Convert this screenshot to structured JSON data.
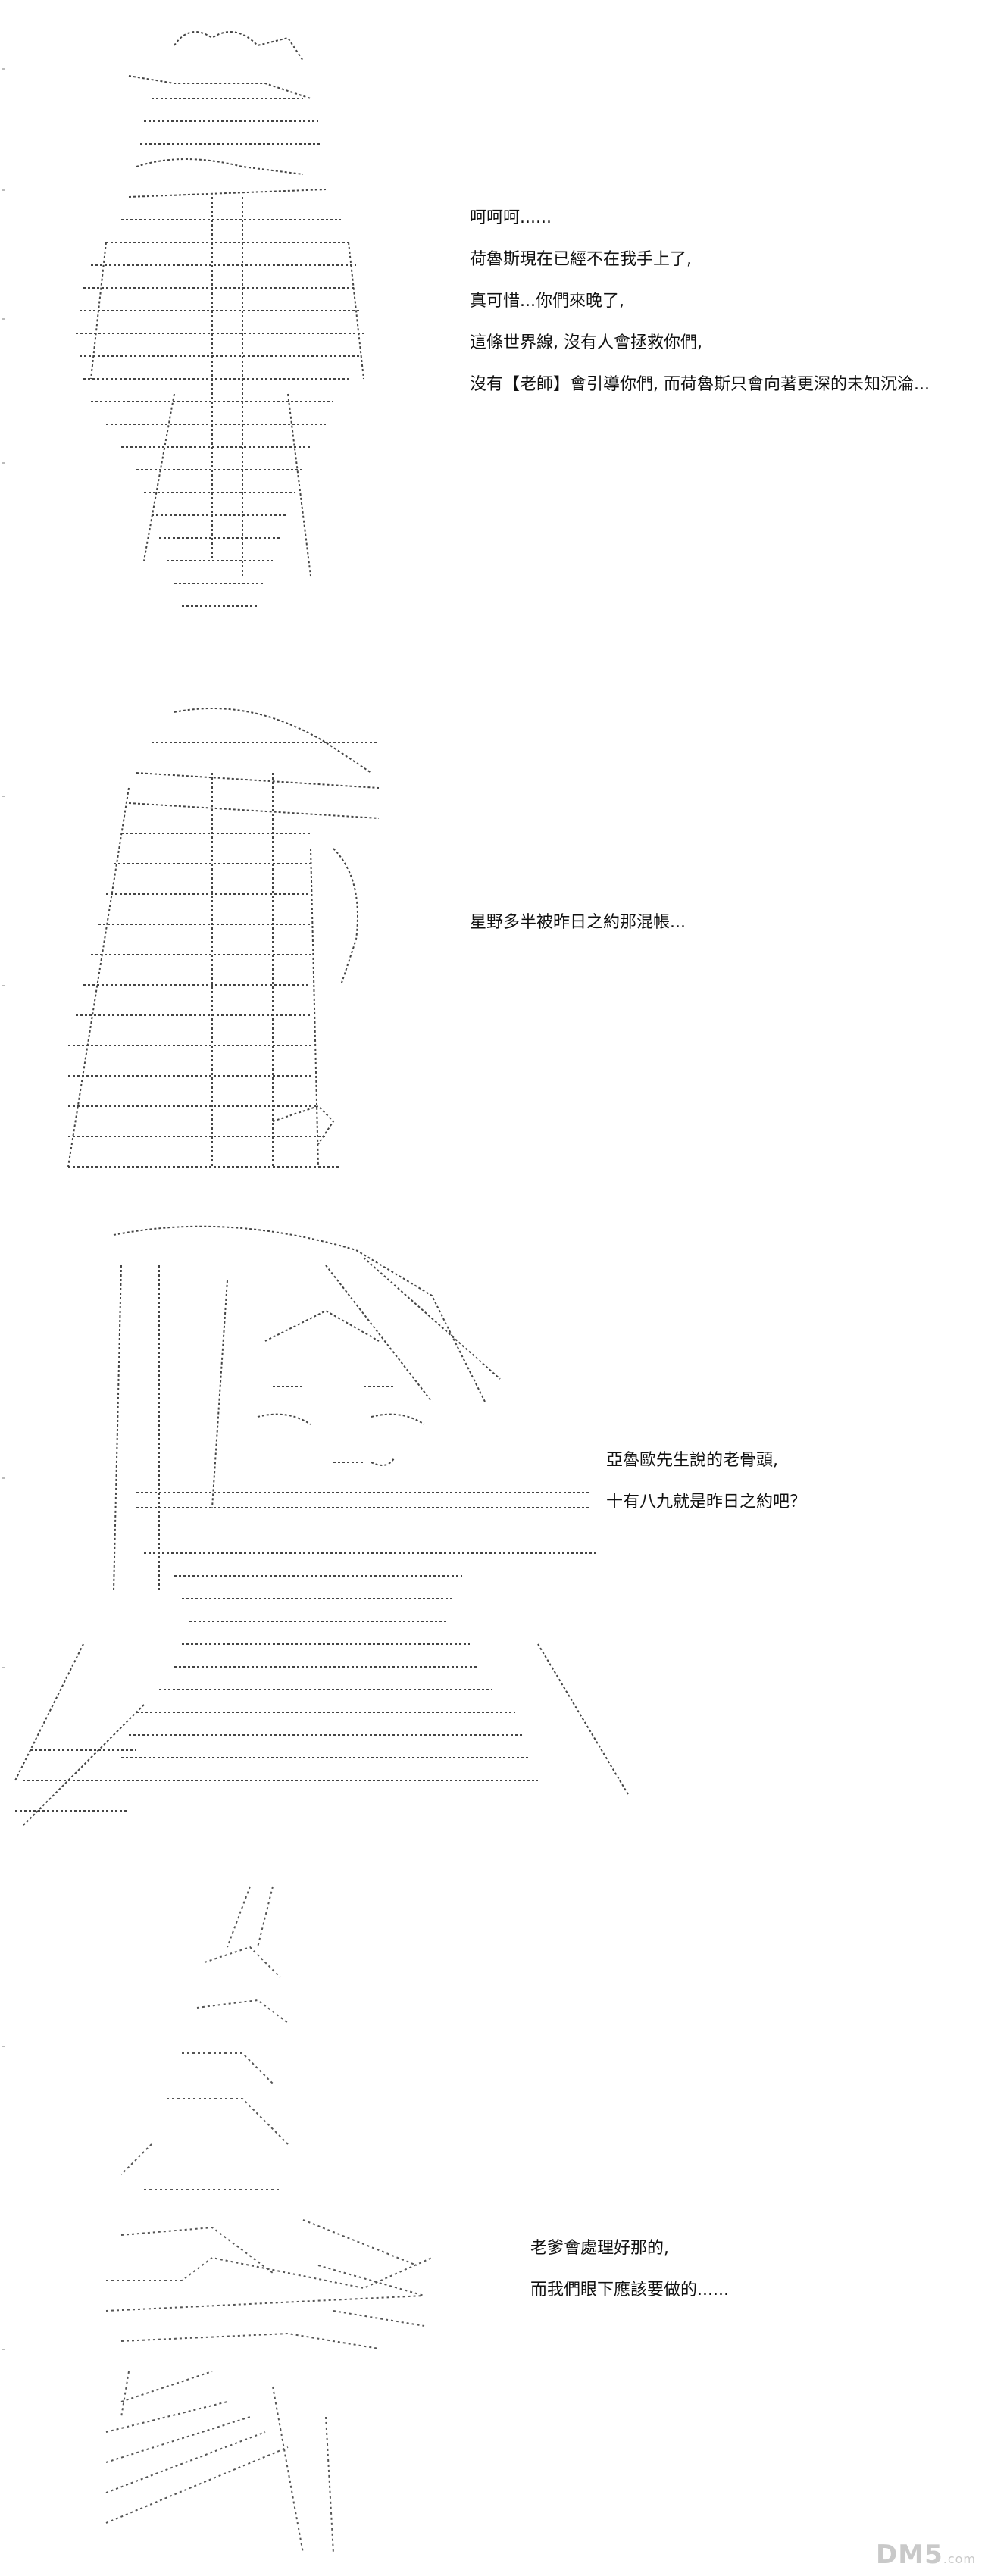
{
  "panels": [
    {
      "id": "panel-1",
      "art": "pointing-figure-ascii-art",
      "lines": [
        "呵呵呵......",
        "荷魯斯現在已經不在我手上了,",
        "真可惜...你們來晚了,",
        "這條世界線, 沒有人會拯救你們,",
        "沒有【老師】會引導你們, 而荷魯斯只會向著更深的未知沉淪..."
      ]
    },
    {
      "id": "panel-2",
      "art": "long-hair-back-view-ascii-art",
      "lines": [
        "星野多半被昨日之約那混帳..."
      ]
    },
    {
      "id": "panel-3",
      "art": "closed-eyes-girl-ascii-art",
      "lines": [
        "亞魯歐先生說的老骨頭,",
        "十有八九就是昨日之約吧？"
      ]
    },
    {
      "id": "panel-4",
      "art": "sketchy-figure-ascii-art",
      "lines": [
        "老爹會處理好那的,",
        "而我們眼下應該要做的......"
      ]
    }
  ],
  "watermark": {
    "text": "DM5",
    "suffix": ".com"
  },
  "colors": {
    "background": "#ffffff",
    "ink": "#111111",
    "watermark": "#c9c9c9"
  }
}
